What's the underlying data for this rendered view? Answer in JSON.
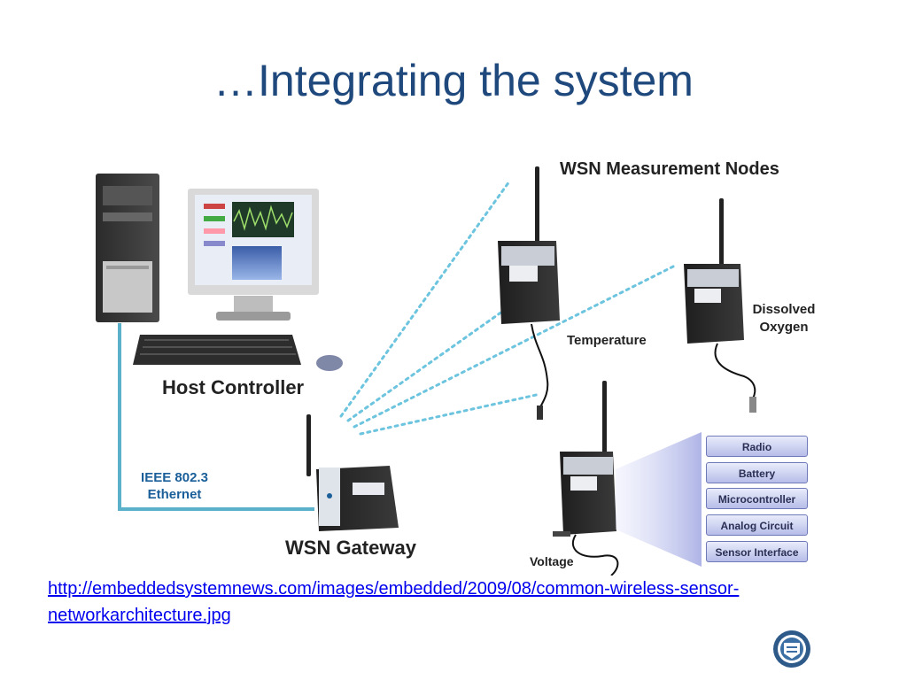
{
  "slide": {
    "title": "…Integrating the system"
  },
  "diagram": {
    "host_controller": "Host Controller",
    "wsn_gateway": "WSN Gateway",
    "measurement_nodes": "WSN Measurement Nodes",
    "ieee": "IEEE 802.3 Ethernet",
    "node_temperature": "Temperature",
    "node_dissolved_oxygen": "Dissolved Oxygen",
    "node_voltage": "Voltage",
    "node_blocks": [
      "Radio",
      "Battery",
      "Microcontroller",
      "Analog Circuit",
      "Sensor Interface"
    ]
  },
  "source": {
    "url_text": "http://embeddedsystemnews.com/images/embedded/2009/08/common-wireless-sensor-networkarchitecture.jpg"
  },
  "colors": {
    "title": "#1f497d",
    "link": "#0000ee",
    "ethernet_line": "#5ab1c9",
    "signal_dots": "#6cc4df"
  },
  "icons": {
    "logo": "university-seal-icon"
  }
}
